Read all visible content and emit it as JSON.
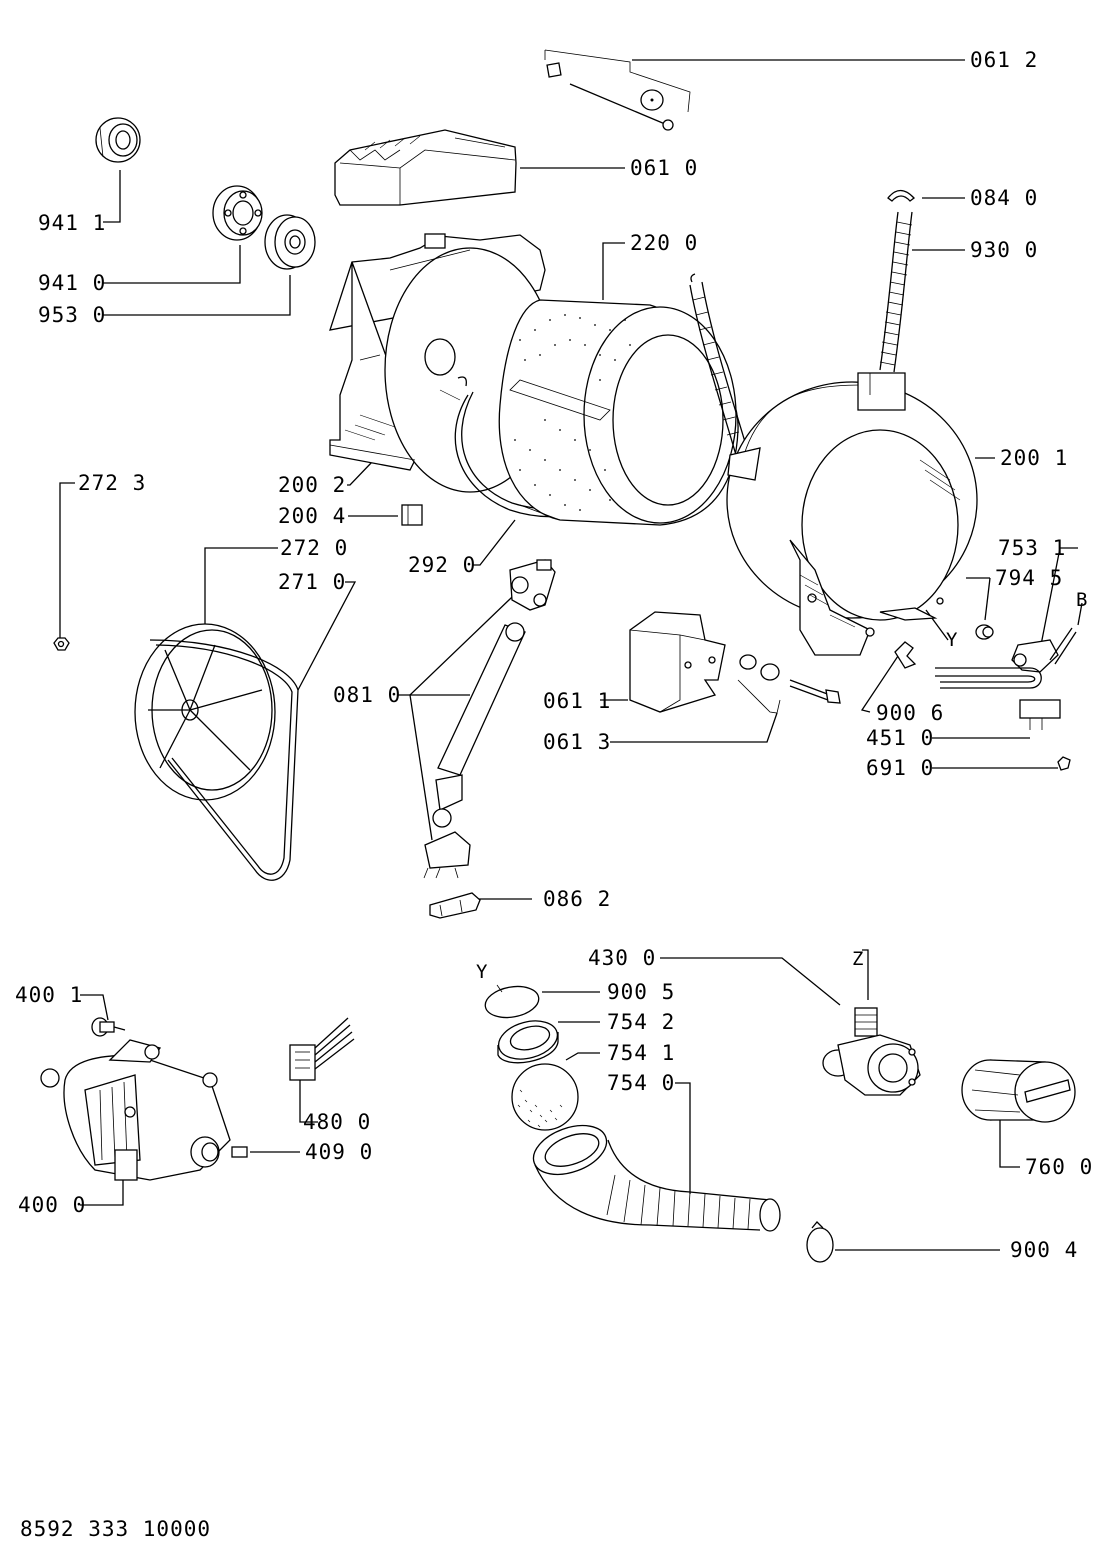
{
  "labels": {
    "p061_2": "061 2",
    "p061_0": "061 0",
    "p941_1": "941 1",
    "p941_0": "941 0",
    "p953_0": "953 0",
    "p220_0": "220 0",
    "p084_0": "084 0",
    "p930_0": "930 0",
    "p200_1": "200 1",
    "p272_3": "272 3",
    "p200_2": "200 2",
    "p200_4": "200 4",
    "p272_0": "272 0",
    "p271_0": "271 0",
    "p292_0": "292 0",
    "p753_1": "753 1",
    "p794_5": "794 5",
    "p081_0": "081 0",
    "p061_1": "061 1",
    "p900_6": "900 6",
    "p451_0": "451 0",
    "p061_3": "061 3",
    "p691_0": "691 0",
    "p086_2": "086 2",
    "p430_0": "430 0",
    "p900_5": "900 5",
    "p754_2": "754 2",
    "p754_1": "754 1",
    "p754_0": "754 0",
    "p400_1": "400 1",
    "p480_0": "480 0",
    "p409_0": "409 0",
    "p400_0": "400 0",
    "p760_0": "760 0",
    "p900_4": "900 4",
    "letter_y1": "Y",
    "letter_b": "B",
    "letter_y2": "Y",
    "letter_z": "Z"
  },
  "footer": {
    "code": "8592 333 10000"
  }
}
